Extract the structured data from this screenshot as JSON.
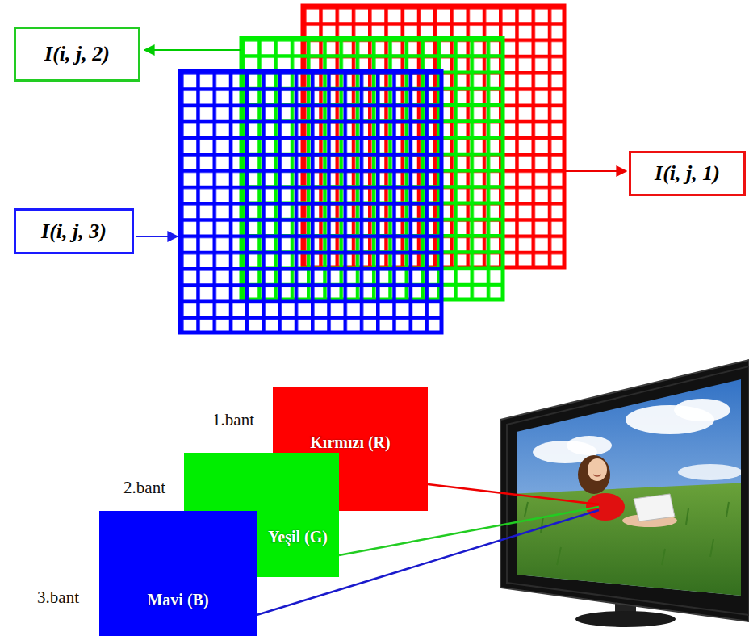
{
  "diagram": {
    "nodes": [
      {
        "text": [
          "I(i, j, 2)"
        ]
      },
      {
        "text": [
          "I(i, j, 1)"
        ]
      },
      {
        "text": [
          "I(i, j, 3)"
        ]
      },
      {
        "text": [
          "1.bant",
          "Kırmızı (R)"
        ]
      },
      {
        "text": [
          "2.bant",
          "Yeşil (G)"
        ]
      },
      {
        "text": [
          "3.bant",
          "Mavi (B)"
        ]
      }
    ]
  }
}
